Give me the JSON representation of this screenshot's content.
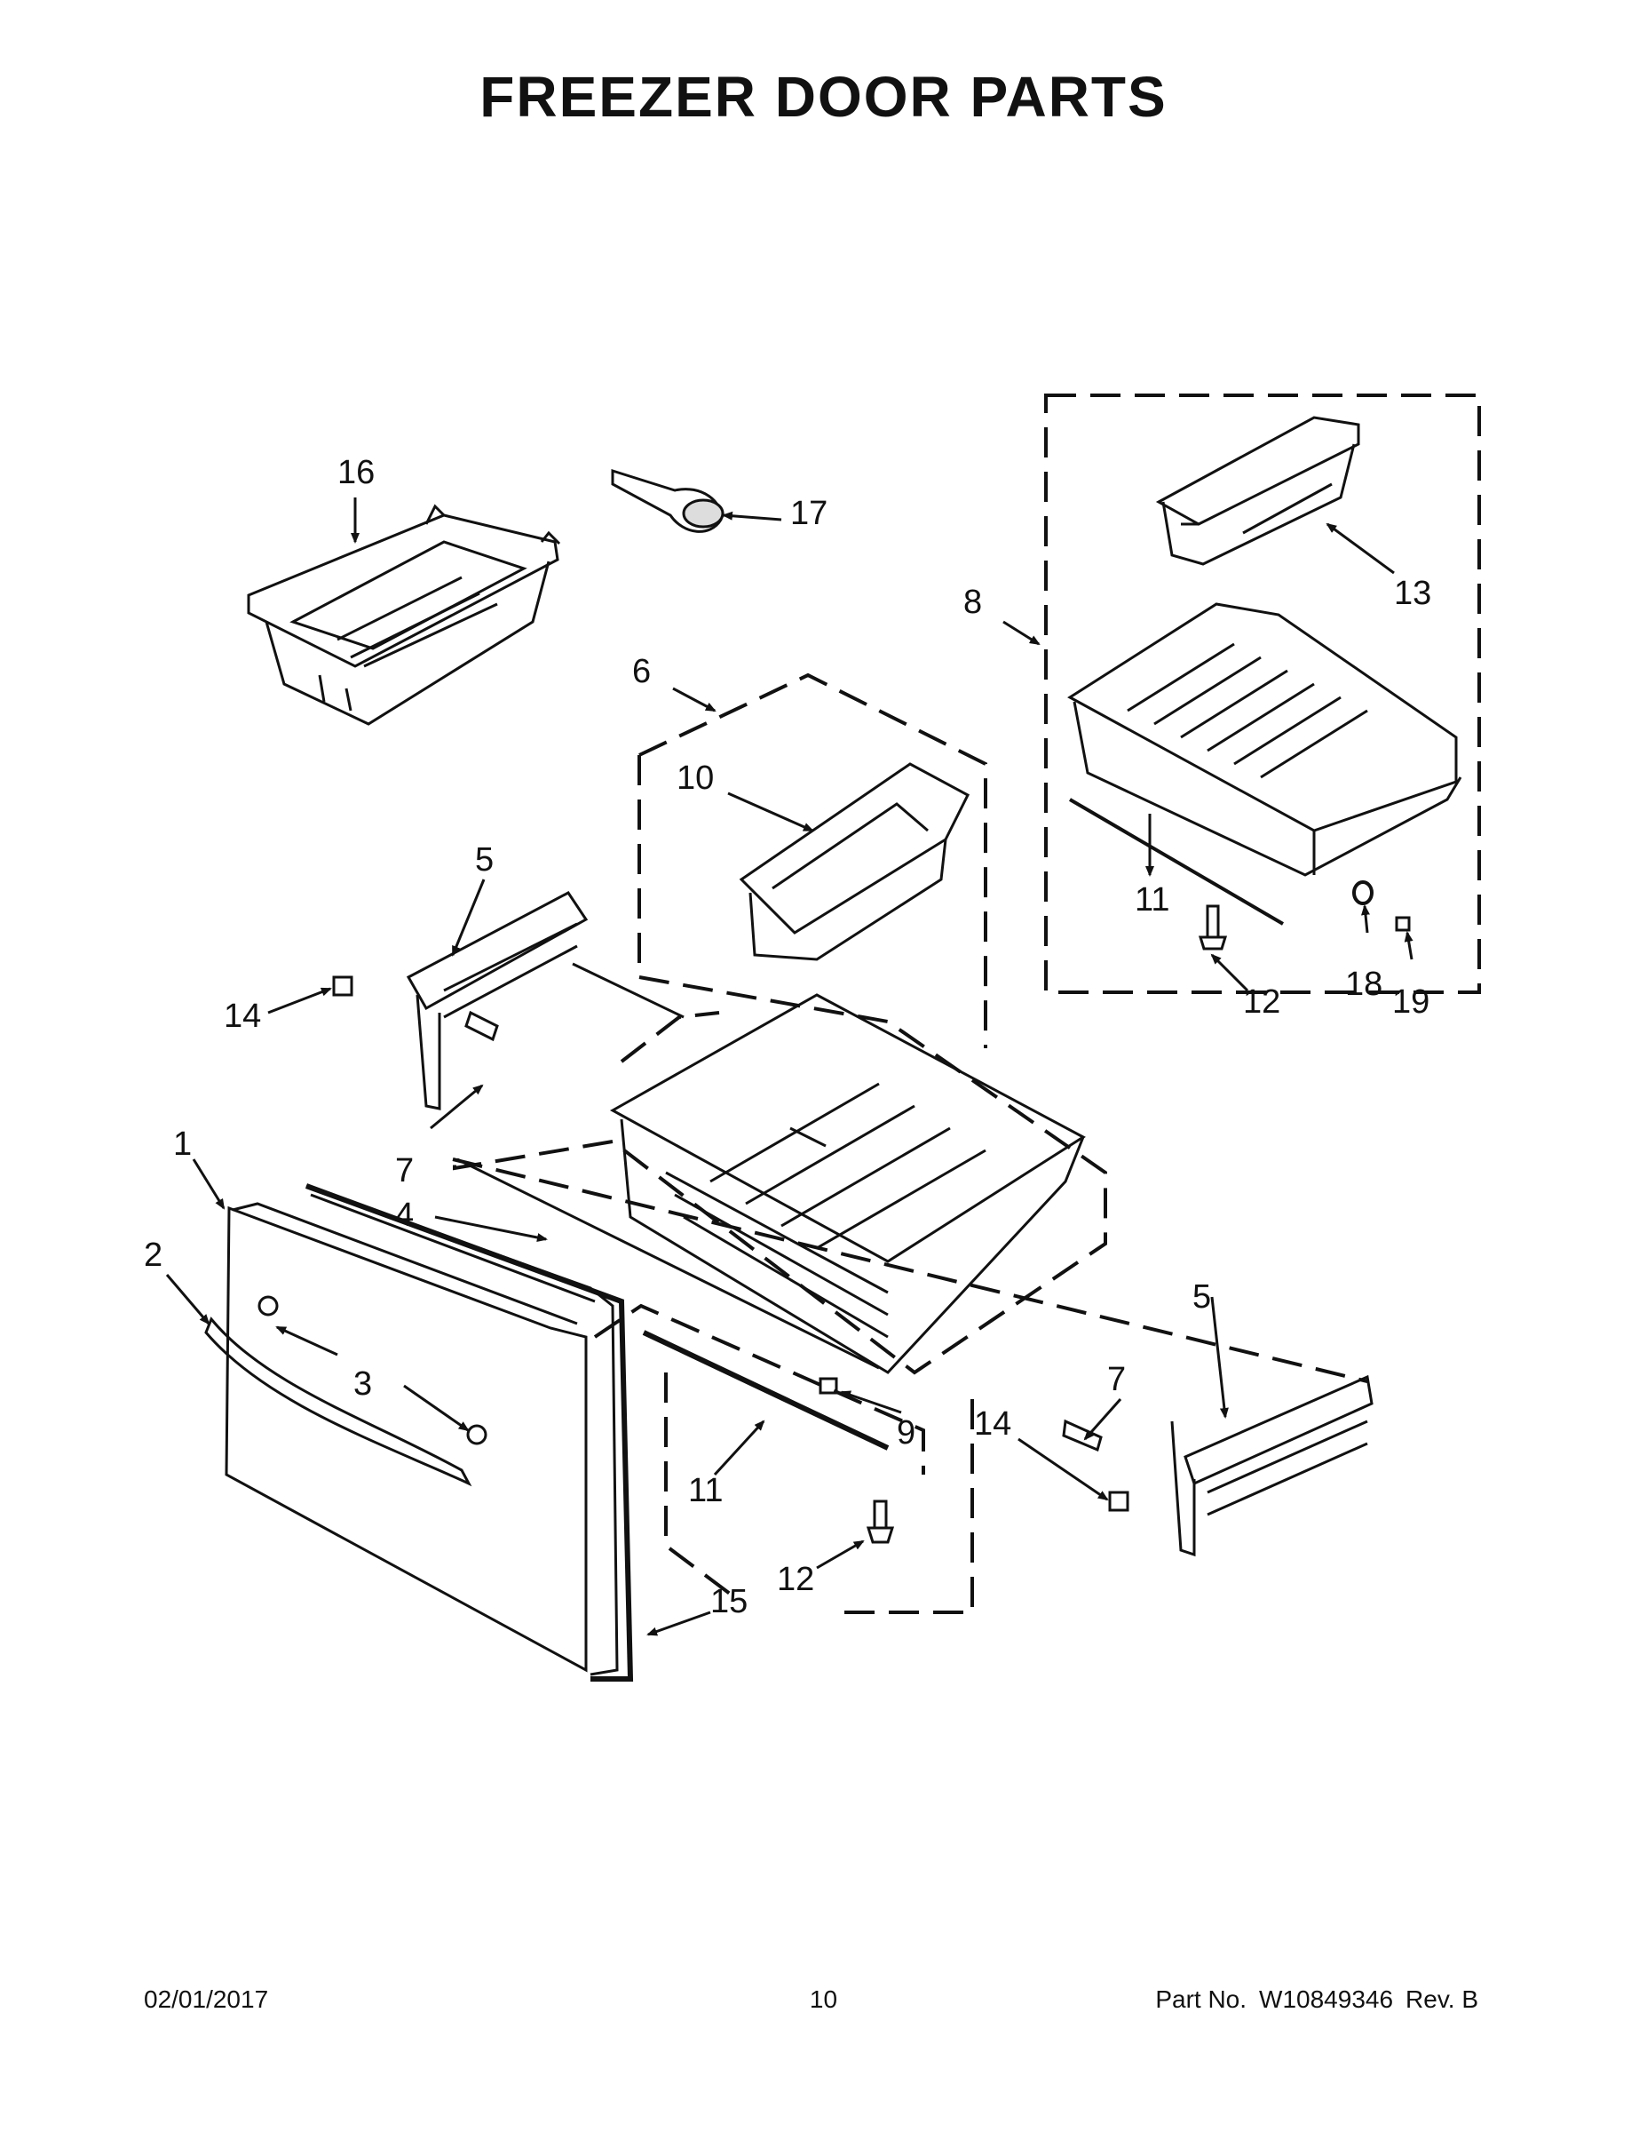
{
  "title": "FREEZER DOOR PARTS",
  "callouts": {
    "c1": "1",
    "c2": "2",
    "c3": "3",
    "c4": "4",
    "c5a": "5",
    "c5b": "5",
    "c6": "6",
    "c7a": "7",
    "c7b": "7",
    "c8": "8",
    "c9": "9",
    "c10": "10",
    "c11a": "11",
    "c11b": "11",
    "c12a": "12",
    "c12b": "12",
    "c13": "13",
    "c14a": "14",
    "c14b": "14",
    "c15": "15",
    "c16": "16",
    "c17": "17",
    "c18": "18",
    "c19": "19"
  },
  "footer": {
    "date": "02/01/2017",
    "page": "10",
    "part_label": "Part No.",
    "part_number": "W10849346",
    "revision": "Rev.  B"
  }
}
